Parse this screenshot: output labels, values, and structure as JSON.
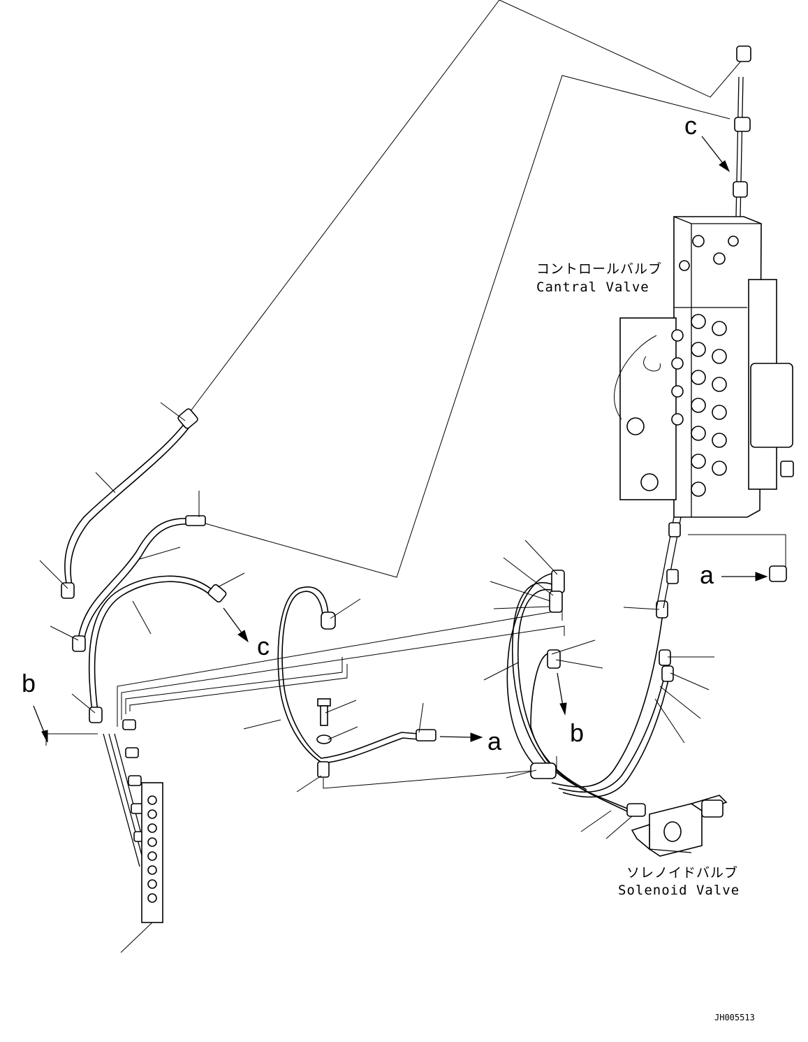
{
  "labels": {
    "ref_a_1": "a",
    "ref_a_2": "a",
    "ref_b_1": "b",
    "ref_b_2": "b",
    "ref_c_1": "c",
    "ref_c_2": "c"
  },
  "captions": {
    "control_valve_jp": "コントロールバルブ",
    "control_valve_en": "Cantral Valve",
    "solenoid_valve_jp": "ソレノイドバルブ",
    "solenoid_valve_en": "Solenoid Valve"
  },
  "drawing_code": "JH005513"
}
